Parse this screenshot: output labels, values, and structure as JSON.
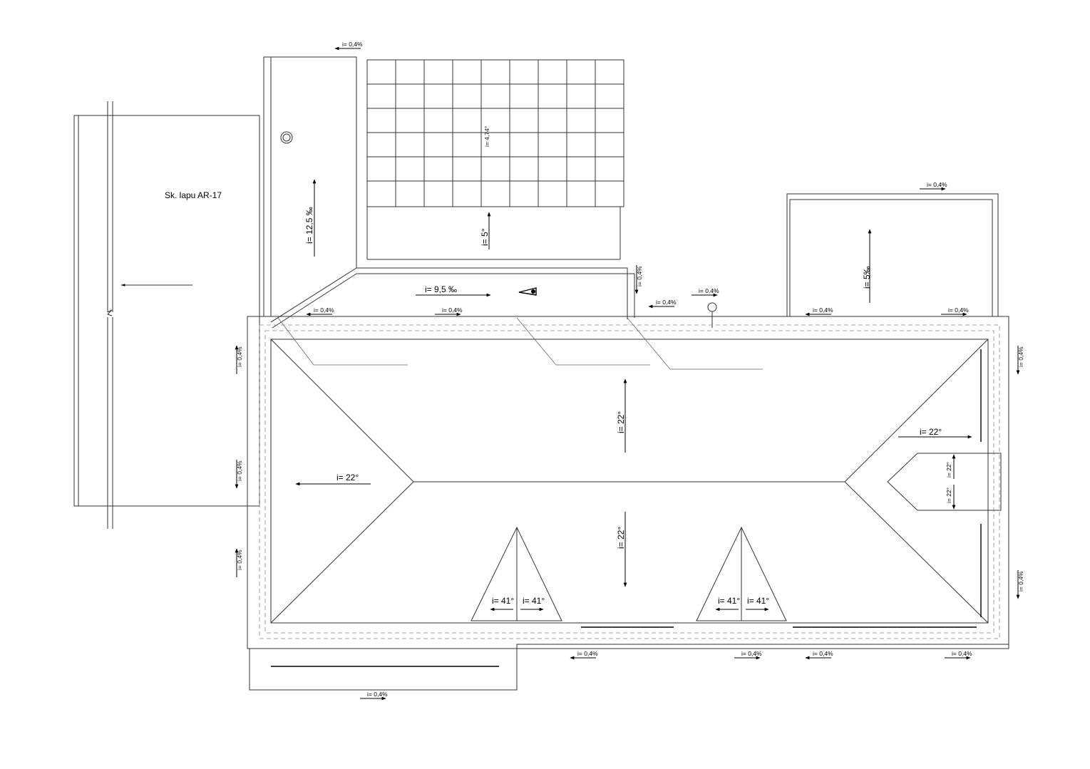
{
  "title_note": "Sk. lapu AR-17",
  "slopes": {
    "s12_5": "i= 12,5 ‰",
    "s5deg": "i= 5°",
    "s474": "i= 4,74°",
    "s9_5": "i= 9,5 ‰",
    "s5permil": "i= 5‰",
    "s22": "i= 22°",
    "s41": "i= 41°",
    "s22small": "i= 22°",
    "s04": "i= 0,4%"
  }
}
